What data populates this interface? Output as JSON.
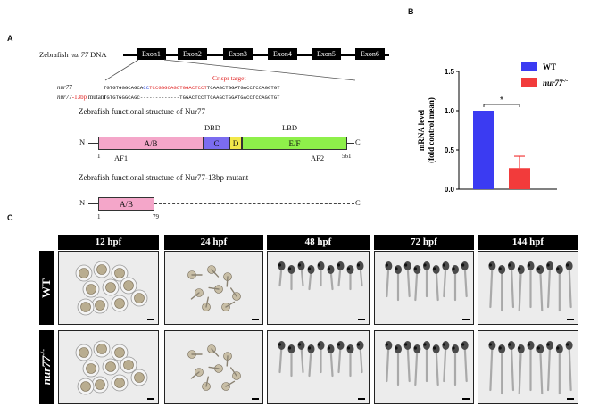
{
  "panels": {
    "a": "A",
    "b": "B",
    "c": "C"
  },
  "gene": {
    "title_prefix": "Zebrafish ",
    "title_gene": "nur77",
    "title_suffix": " DNA",
    "exons": [
      "Exon1",
      "Exon2",
      "Exon3",
      "Exon4",
      "Exon5",
      "Exon6"
    ],
    "crispr_label": "Crispr target",
    "wt_label": "nur77",
    "wt_seq_pre": "TGTGTGGGCAGCA",
    "wt_seq_blue": "CC",
    "wt_seq_red": "TCCGGGCAGCTGGACTCCT",
    "wt_seq_post": "TCAAGCTGGATGACCTCCAGGTGT",
    "mut_label_gene": "nur77",
    "mut_label_red": "-13bp",
    "mut_label_suffix": " mutant",
    "mut_seq": "TGTGTGGGCAGC-------------TGGACTCCTTCAAGCTGGATGACCTCCAGGTGT"
  },
  "wt_protein": {
    "title": "Zebrafish functional structure of Nur77",
    "n": "N",
    "c": "C",
    "dbd": "DBD",
    "lbd": "LBD",
    "domains": [
      "A/B",
      "C",
      "D",
      "E/F"
    ],
    "start": "1",
    "af1": "AF1",
    "af2": "AF2",
    "end": "561",
    "colors": {
      "ab": "#f4a6c9",
      "c": "#7b6cf0",
      "d": "#f2e84a",
      "ef": "#8ef04a"
    }
  },
  "mut_protein": {
    "title": "Zebrafish functional structure of Nur77-13bp mutant",
    "n": "N",
    "c": "C",
    "domain": "A/B",
    "start": "1",
    "end": "79"
  },
  "chart_data": {
    "type": "bar",
    "categories": [
      "WT",
      "nur77-/-"
    ],
    "values": [
      1.0,
      0.27
    ],
    "errors": [
      0,
      0.15
    ],
    "colors": [
      "#3b3bf2",
      "#f23b3b"
    ],
    "ylabel_line1": "mRNA level",
    "ylabel_line2": "(fold control mean)",
    "yticks": [
      "0.0",
      "0.5",
      "1.0",
      "1.5"
    ],
    "ylim": [
      0,
      1.5
    ],
    "significance": "*",
    "legend": [
      {
        "label": "WT",
        "sup": ""
      },
      {
        "label": "nur77",
        "sup": "-/-"
      }
    ]
  },
  "timeline": {
    "stages": [
      "12 hpf",
      "24 hpf",
      "48 hpf",
      "72 hpf",
      "144 hpf"
    ],
    "rows": [
      {
        "label": "WT",
        "sup": ""
      },
      {
        "label": "nur77",
        "sup": "-/-"
      }
    ]
  }
}
